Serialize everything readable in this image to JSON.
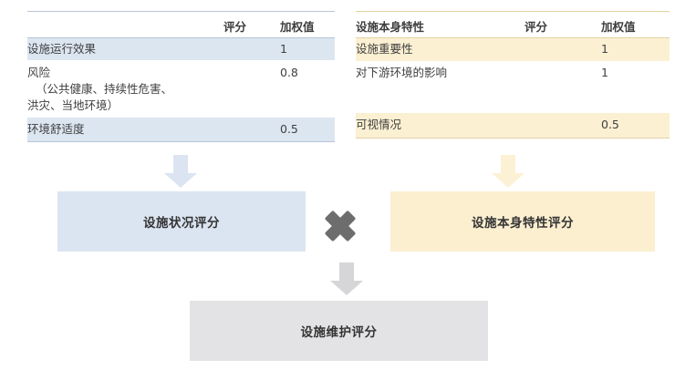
{
  "left_table": {
    "name": "facility-condition-criteria",
    "accent_color": "#dce6f1",
    "border_color": "#b6c5d8",
    "headers": {
      "name": "",
      "score": "评分",
      "weight": "加权值"
    },
    "rows": [
      {
        "name": "设施运行效果",
        "name_line2": "",
        "name_line3": "",
        "score": "",
        "weight": "1",
        "banded": true
      },
      {
        "name": "风险",
        "name_line2": "（公共健康、持续性危害、",
        "name_line3": "洪灾、当地环境）",
        "score": "",
        "weight": "0.8",
        "banded": false
      },
      {
        "name": "环境舒适度",
        "name_line2": "",
        "name_line3": "",
        "score": "",
        "weight": "0.5",
        "banded": true
      }
    ]
  },
  "right_table": {
    "name": "facility-intrinsic-criteria",
    "accent_color": "#fbf0d2",
    "border_color": "#e3d2a4",
    "headers": {
      "name": "设施本身特性",
      "score": "评分",
      "weight": "加权值"
    },
    "rows": [
      {
        "name": "设施重要性",
        "score": "",
        "weight": "1",
        "banded": true
      },
      {
        "name": "对下游环境的影响",
        "score": "",
        "weight": "1",
        "banded": false
      },
      {
        "name": "可视情况",
        "score": "",
        "weight": "0.5",
        "banded": true
      }
    ]
  },
  "boxes": {
    "condition": {
      "label": "设施状况评分",
      "color": "#dbe5f1"
    },
    "intrinsic": {
      "label": "设施本身特性评分",
      "color": "#fbefd0"
    },
    "maintenance": {
      "label": "设施维护评分",
      "color": "#e3e3e5"
    }
  },
  "connectors": {
    "arrow_blue": "down-arrow",
    "arrow_yellow": "down-arrow",
    "arrow_gray": "down-arrow",
    "operator": "multiply"
  }
}
